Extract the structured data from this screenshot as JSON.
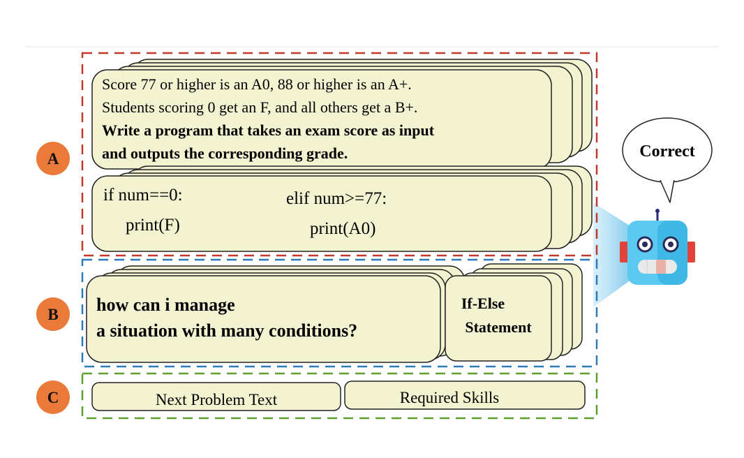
{
  "sections": {
    "a": {
      "badge": "A",
      "problem": {
        "line1": "Score 77 or higher is an A0, 88 or higher is an A+.",
        "line2": "Students scoring 0 get an F, and all others get a B+.",
        "line3": "Write a program that takes an exam score as input",
        "line4": "and outputs the corresponding grade."
      },
      "code": {
        "left_line1": "if num==0:",
        "left_line2": "print(F)",
        "right_line1": "elif num>=77:",
        "right_line2": "print(A0)"
      }
    },
    "b": {
      "badge": "B",
      "question_line1": "how can i manage",
      "question_line2": "a situation with many conditions?",
      "skill_line1": "If-Else",
      "skill_line2": "Statement"
    },
    "c": {
      "badge": "C",
      "next_problem": "Next Problem Text",
      "required_skills": "Required Skills"
    }
  },
  "robot": {
    "speech": "Correct"
  },
  "colors": {
    "card_fill": "#f3f3d2",
    "badge_fill": "#ea7a3a",
    "frame_a": "#c0392b",
    "frame_b": "#2c7bb6",
    "frame_c": "#5aa02c",
    "robot_body": "#5ccaf0",
    "robot_accent": "#e0433a",
    "beam": "#8fd0ee"
  }
}
